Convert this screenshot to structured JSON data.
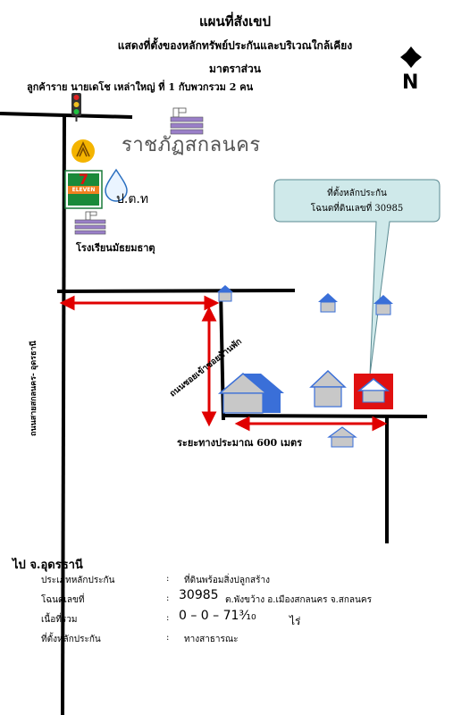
{
  "header": {
    "title": "แผนที่สังเขป",
    "subtitle": "แสดงที่ตั้งของหลักทรัพย์ประกันและบริเวณใกล้เคียง",
    "scale": "มาตราส่วน",
    "owner": "ลูกค้าราย    นายเดโช  เหล่าใหญ่ ที่ 1 กับพวกรวม 2 คน"
  },
  "compass": {
    "label": "N"
  },
  "map": {
    "landmark_university": "ราชภัฏสกลนคร",
    "landmark_pea": "ป.ต.ท",
    "landmark_school": "โรงเรียนมัธยมธาตุ",
    "road_vertical_label": "ถนนสายสกลนคร- อุดรธานี",
    "road_diagonal_label": "ถนนซอยเข้าซอยบ้านพัก",
    "distance_label": "ระยะทางประมาณ 600  เมตร",
    "callout_line1": "ที่ตั้งหลักประกัน",
    "callout_line2": "โฉนดที่ดินเลขที่  30985",
    "seven_eleven": "7",
    "seven_eleven_sub": "ELEVEN"
  },
  "info": {
    "heading": "ไป จ.อุดรธานี",
    "rows": [
      {
        "label": "ประเภทหลักประกัน",
        "colon": ":",
        "value": "ที่ดินพร้อมสิ่งปลูกสร้าง"
      },
      {
        "label": "โฉนดเลขที่",
        "colon": ":",
        "value_big": "30985",
        "value": "ต.พังขว้าง  อ.เมืองสกลนคร   จ.สกลนคร"
      },
      {
        "label": "เนื้อที่รวม",
        "colon": ":",
        "value_big": "0 –  0 –  71³⁄₁₀",
        "value": "ไร่"
      },
      {
        "label": "ที่ตั้งหลักประกัน",
        "colon": ":",
        "value": "ทางสาธารณะ"
      }
    ]
  },
  "colors": {
    "road": "#000000",
    "arrow": "#e00000",
    "callout_fill": "#cfe9ea",
    "house_blue": "#3a6fd8",
    "house_gray": "#c8c8c8",
    "collateral_bg": "#e01010",
    "icon_purple": "#9a7fc8"
  }
}
